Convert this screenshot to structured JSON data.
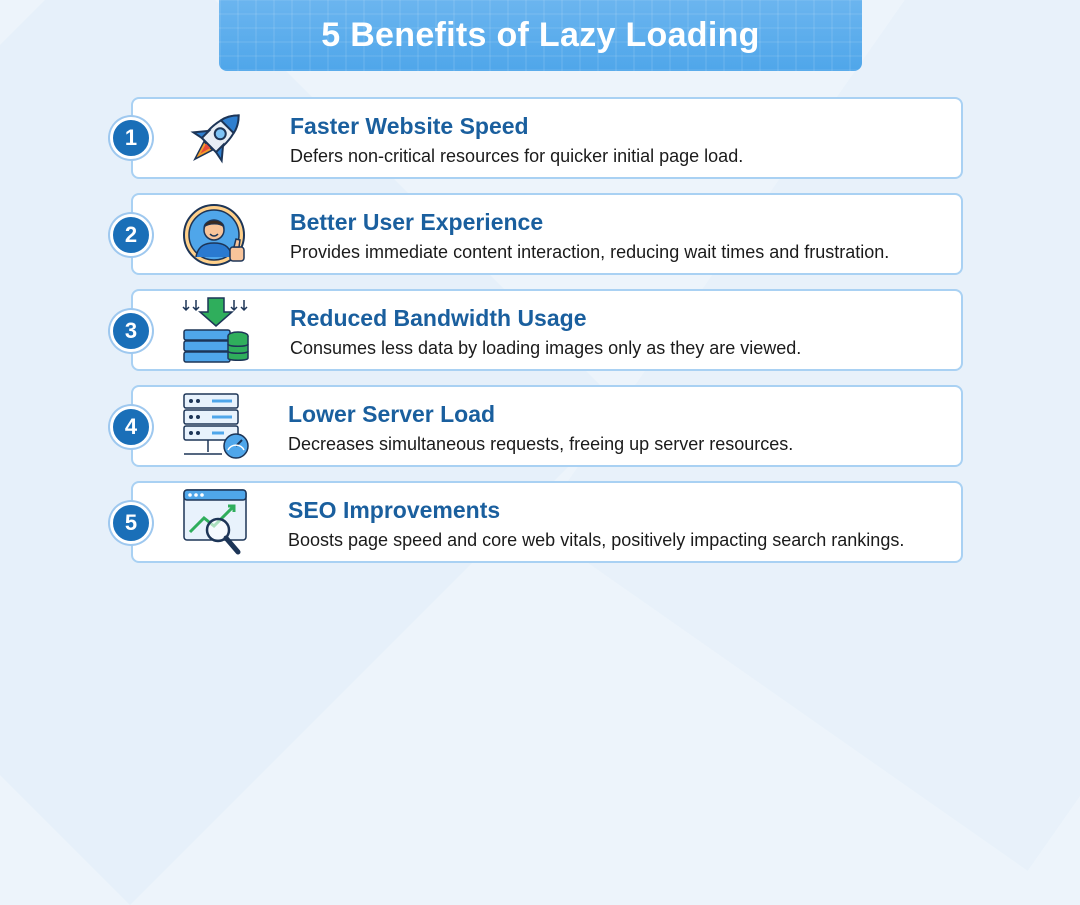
{
  "title": "5 Benefits of Lazy Loading",
  "colors": {
    "accent": "#1a6fb8",
    "heading": "#1a5f9e",
    "card_border": "#a9d1f3",
    "banner": "#4fa6ea"
  },
  "items": [
    {
      "number": "1",
      "icon": "rocket-icon",
      "title": "Faster Website Speed",
      "description": "Defers non-critical resources for quicker initial page load."
    },
    {
      "number": "2",
      "icon": "user-thumbs-up-icon",
      "title": "Better User Experience",
      "description": "Provides immediate content interaction, reducing wait times and frustration."
    },
    {
      "number": "3",
      "icon": "bandwidth-download-icon",
      "title": "Reduced Bandwidth Usage",
      "description": "Consumes less data by loading images only as they are viewed."
    },
    {
      "number": "4",
      "icon": "server-gauge-icon",
      "title": "Lower Server Load",
      "description": "Decreases simultaneous requests, freeing up server resources."
    },
    {
      "number": "5",
      "icon": "seo-chart-icon",
      "title": "SEO Improvements",
      "description": "Boosts page speed and core web vitals, positively impacting search rankings."
    }
  ]
}
